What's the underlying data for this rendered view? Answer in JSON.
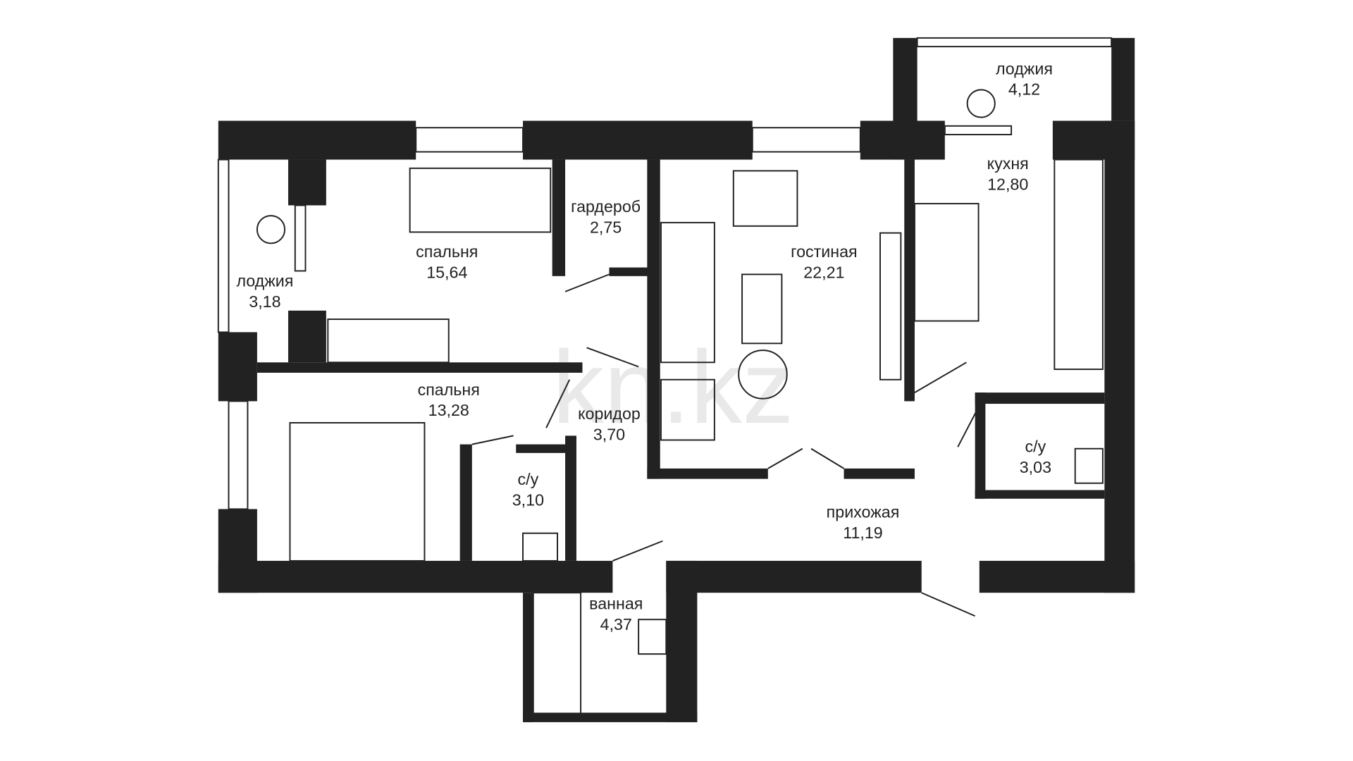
{
  "plan": {
    "rooms": [
      {
        "id": "loggia-left",
        "name": "лоджия",
        "area": "3,18"
      },
      {
        "id": "bedroom-1",
        "name": "спальня",
        "area": "15,64"
      },
      {
        "id": "wardrobe",
        "name": "гардероб",
        "area": "2,75"
      },
      {
        "id": "living",
        "name": "гостиная",
        "area": "22,21"
      },
      {
        "id": "loggia-top",
        "name": "лоджия",
        "area": "4,12"
      },
      {
        "id": "kitchen",
        "name": "кухня",
        "area": "12,80"
      },
      {
        "id": "bedroom-2",
        "name": "спальня",
        "area": "13,28"
      },
      {
        "id": "corridor",
        "name": "коридор",
        "area": "3,70"
      },
      {
        "id": "wc-1",
        "name": "с/у",
        "area": "3,10"
      },
      {
        "id": "wc-2",
        "name": "с/у",
        "area": "3,03"
      },
      {
        "id": "hall",
        "name": "прихожая",
        "area": "11,19"
      },
      {
        "id": "bathroom",
        "name": "ванная",
        "area": "4,37"
      }
    ],
    "watermark": "kn.kz",
    "wall_color": "#222222"
  }
}
